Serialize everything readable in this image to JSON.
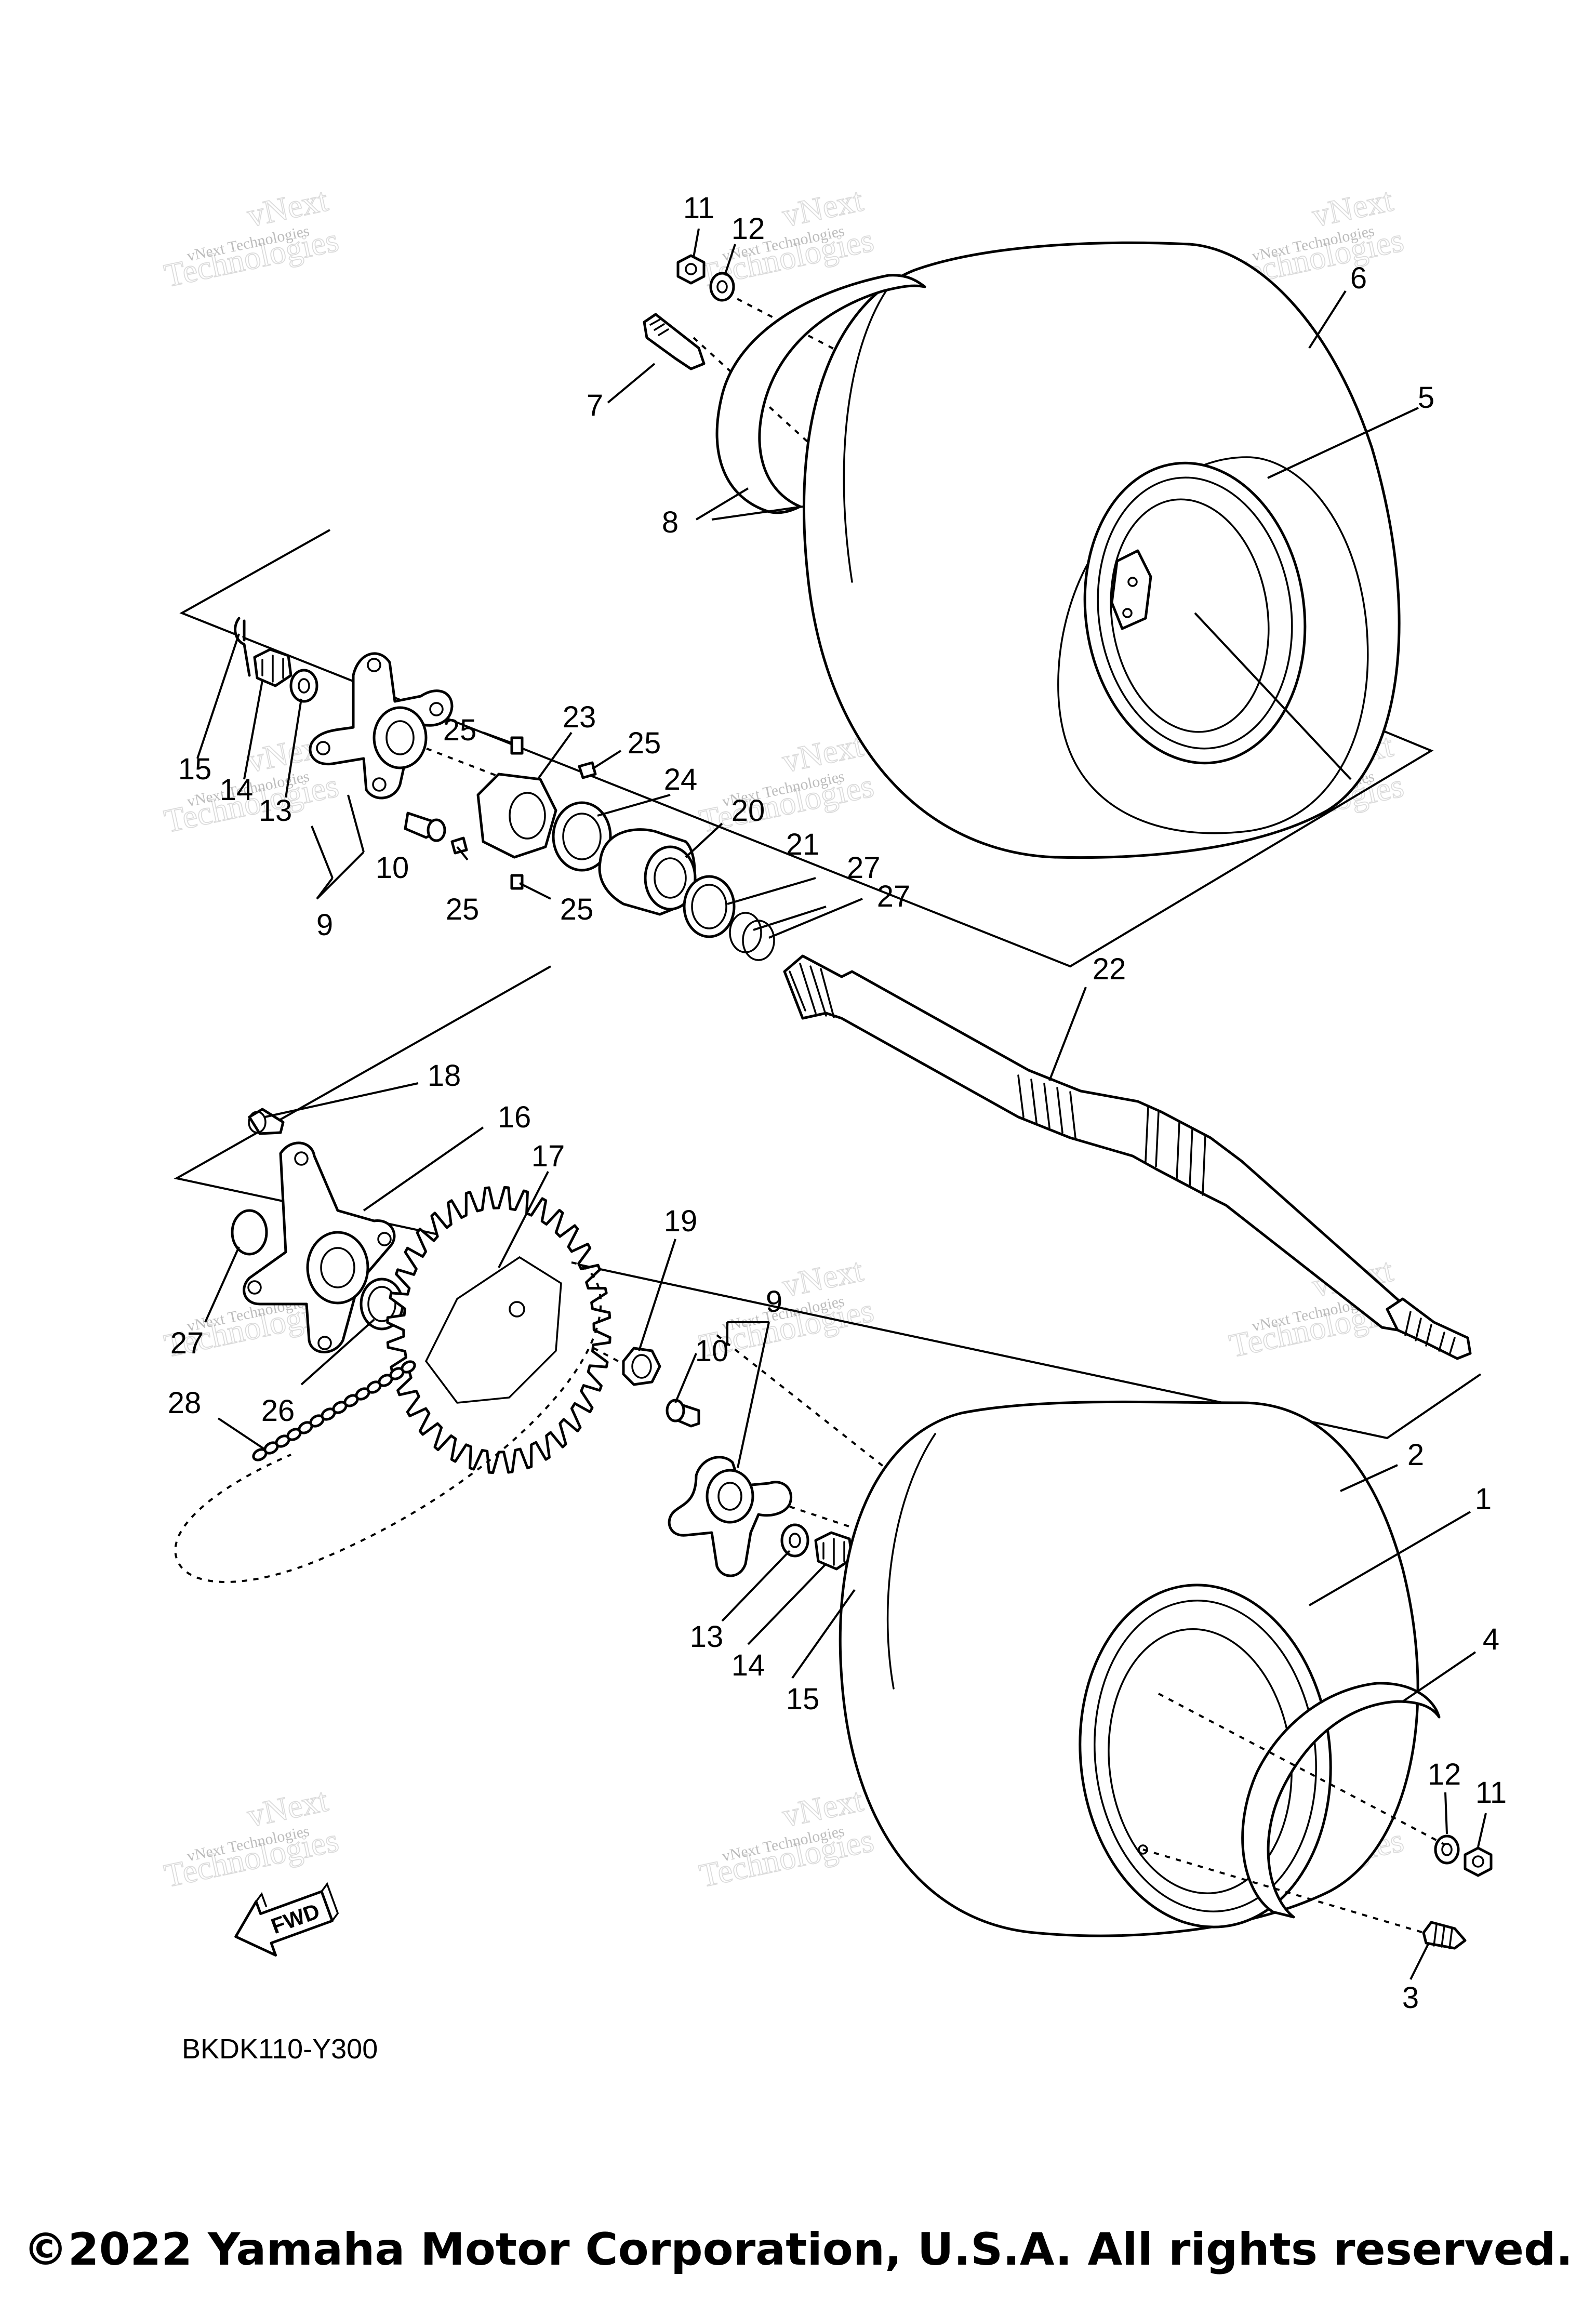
{
  "diagram": {
    "callouts": [
      {
        "id": "c-11a",
        "label": "11"
      },
      {
        "id": "c-12a",
        "label": "12"
      },
      {
        "id": "c-6",
        "label": "6"
      },
      {
        "id": "c-7",
        "label": "7"
      },
      {
        "id": "c-5",
        "label": "5"
      },
      {
        "id": "c-8",
        "label": "8"
      },
      {
        "id": "c-25a",
        "label": "25"
      },
      {
        "id": "c-23",
        "label": "23"
      },
      {
        "id": "c-25b",
        "label": "25"
      },
      {
        "id": "c-15a",
        "label": "15"
      },
      {
        "id": "c-14a",
        "label": "14"
      },
      {
        "id": "c-13a",
        "label": "13"
      },
      {
        "id": "c-24",
        "label": "24"
      },
      {
        "id": "c-20",
        "label": "20"
      },
      {
        "id": "c-10a",
        "label": "10"
      },
      {
        "id": "c-21",
        "label": "21"
      },
      {
        "id": "c-27a",
        "label": "27"
      },
      {
        "id": "c-27b",
        "label": "27"
      },
      {
        "id": "c-25c",
        "label": "25"
      },
      {
        "id": "c-25d",
        "label": "25"
      },
      {
        "id": "c-9a",
        "label": "9"
      },
      {
        "id": "c-22",
        "label": "22"
      },
      {
        "id": "c-18",
        "label": "18"
      },
      {
        "id": "c-16",
        "label": "16"
      },
      {
        "id": "c-17",
        "label": "17"
      },
      {
        "id": "c-19",
        "label": "19"
      },
      {
        "id": "c-9b",
        "label": "9"
      },
      {
        "id": "c-10b",
        "label": "10"
      },
      {
        "id": "c-27c",
        "label": "27"
      },
      {
        "id": "c-26",
        "label": "26"
      },
      {
        "id": "c-28",
        "label": "28"
      },
      {
        "id": "c-2",
        "label": "2"
      },
      {
        "id": "c-1",
        "label": "1"
      },
      {
        "id": "c-4",
        "label": "4"
      },
      {
        "id": "c-13b",
        "label": "13"
      },
      {
        "id": "c-14b",
        "label": "14"
      },
      {
        "id": "c-15b",
        "label": "15"
      },
      {
        "id": "c-12b",
        "label": "12"
      },
      {
        "id": "c-11b",
        "label": "11"
      },
      {
        "id": "c-3",
        "label": "3"
      }
    ],
    "figure_code": "BKDK110-Y300",
    "fwd_label": "FWD",
    "watermark": {
      "line1": "vNext Technologies",
      "line2": "Technologies",
      "line3": "vNext"
    }
  },
  "footer": {
    "copyright": "©2022 Yamaha Motor Corporation, U.S.A. All rights reserved."
  }
}
